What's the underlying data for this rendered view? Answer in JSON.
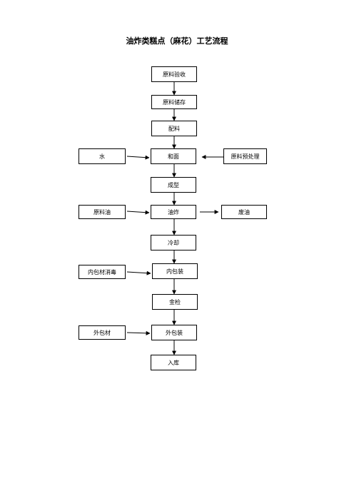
{
  "title": "油炸类糕点（麻花）工艺流程",
  "steps": {
    "receive": "原料验收",
    "store": "原料储存",
    "mix": "配料",
    "dough": "和面",
    "shape": "成型",
    "fry": "油炸",
    "cool": "冷却",
    "inner_pack": "内包装",
    "inspect": "金检",
    "outer_pack": "外包装",
    "warehouse": "入库"
  },
  "inputs": {
    "water": "水",
    "pretreat": "原料预处理",
    "oil": "原料油",
    "waste_oil": "废油",
    "inner_sterilize": "内包材消毒",
    "outer_material": "外包材"
  }
}
